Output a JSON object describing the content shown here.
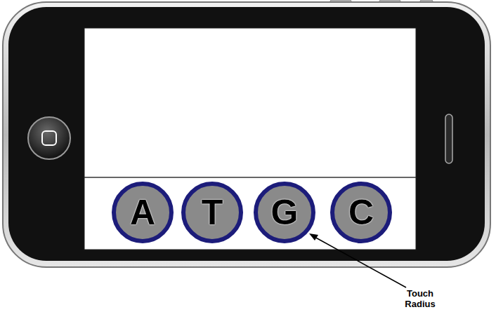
{
  "diagram": {
    "nodes": [
      {
        "text": [
          "A"
        ]
      },
      {
        "text": [
          "T"
        ]
      },
      {
        "text": [
          "G"
        ]
      },
      {
        "text": [
          "C"
        ]
      }
    ],
    "labels": [
      "Touch Radius"
    ]
  }
}
